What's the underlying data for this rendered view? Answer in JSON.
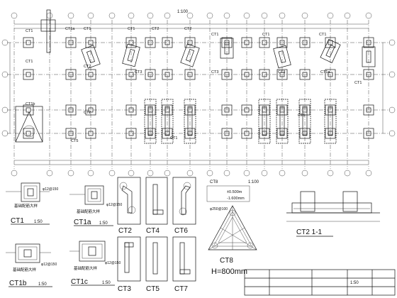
{
  "plan": {
    "cap_labels": [
      "CT1",
      "CT1",
      "CT1b",
      "CT1a",
      "CT1",
      "CT1",
      "CT3",
      "CT2",
      "CT1",
      "CT1",
      "CT1",
      "CT3",
      "CT3",
      "CT1a",
      "CT2",
      "CT2",
      "CT2",
      "CT5",
      "CT5",
      "CT1",
      "CT1"
    ],
    "scale_note": "1:100"
  },
  "details": {
    "ct1": {
      "title": "CT1",
      "scale": "1:50",
      "caption": "基础配筋大样"
    },
    "ct1a": {
      "title": "CT1a",
      "scale": "1:50",
      "caption": "基础配筋大样"
    },
    "ct1b": {
      "title": "CT1b",
      "scale": "1:50",
      "caption": "基础配筋大样"
    },
    "ct1c": {
      "title": "CT1c",
      "scale": "1:50",
      "caption": "基础配筋大样"
    },
    "rebar_note": "φ12@150",
    "ct2_title": "CT2",
    "ct4_title": "CT4",
    "ct5_title": "CT5",
    "ct6_title": "CT6",
    "ct3_title": "CT3",
    "ct7_title": "CT7",
    "ct8_title": "CT8",
    "ct8_note1": "±0.500m",
    "ct8_note2": "-1.600mm",
    "ct8_diam": "φ250@100",
    "ct8_height": "H=800mm",
    "ct8_scale": "1:100",
    "ct2_section": "CT2 1-1",
    "titleblock_scale": "1:50"
  }
}
